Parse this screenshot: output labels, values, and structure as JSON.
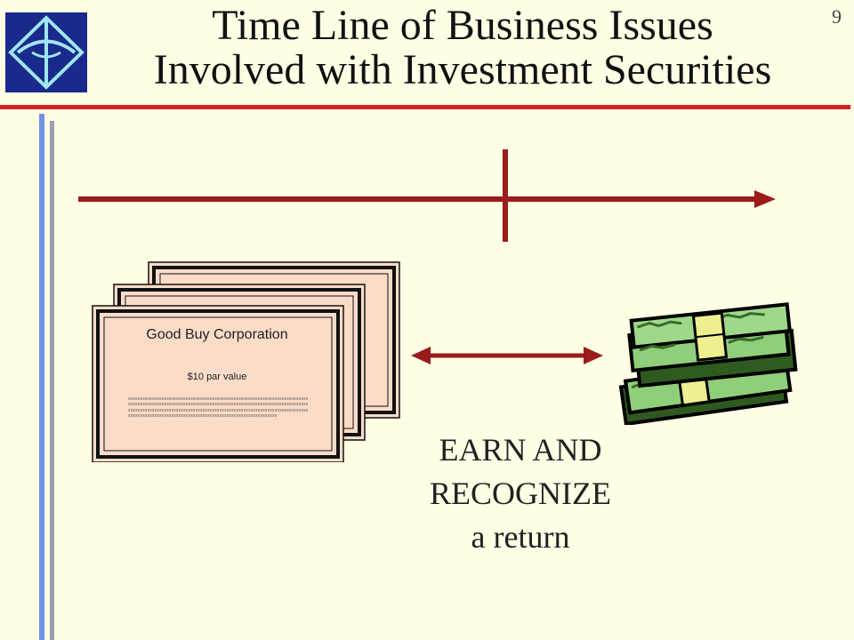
{
  "slide": {
    "page_number": "9",
    "title_line1": "Time Line of Business Issues",
    "title_line2": "Involved with Investment Securities"
  },
  "certificate": {
    "company": "Good Buy Corporation",
    "par_value": "$10 par value",
    "fine_print": "xxxxxxxxxxxxxxxxxxxxxxxxxxxxxxxxxxxxxxxxxxxxxxxxxxxxxxxxxxxxxxxxxxxxxxxxxxxxxxxxxxxxxxxxxxxxxxxxxxxxxxxxxxxxxxxxxxxxxxxxxxxxxxxxxxxxxxxxxxxxxxxxxxxxxxxxxxxxxxxxxxxxxxxxxxxxxxxxxxxxxxxxxxxxxxxxxxxxxxxxxxxxxxxxxxxxxxxxxxxxxxxxxxxxxxxxxxxxxxxxxxxxxxxxxxxxxxxxxxxxxxxxxxxxxxxxxxxxxxxxxxxxxxx"
  },
  "callout": {
    "line1": "EARN AND",
    "line2": "RECOGNIZE",
    "line3": "a return"
  },
  "colors": {
    "background": "#ffffe5",
    "title_rule": "#d81f1f",
    "arrow": "#9b1b1b",
    "logo": "#1a2a8c"
  }
}
